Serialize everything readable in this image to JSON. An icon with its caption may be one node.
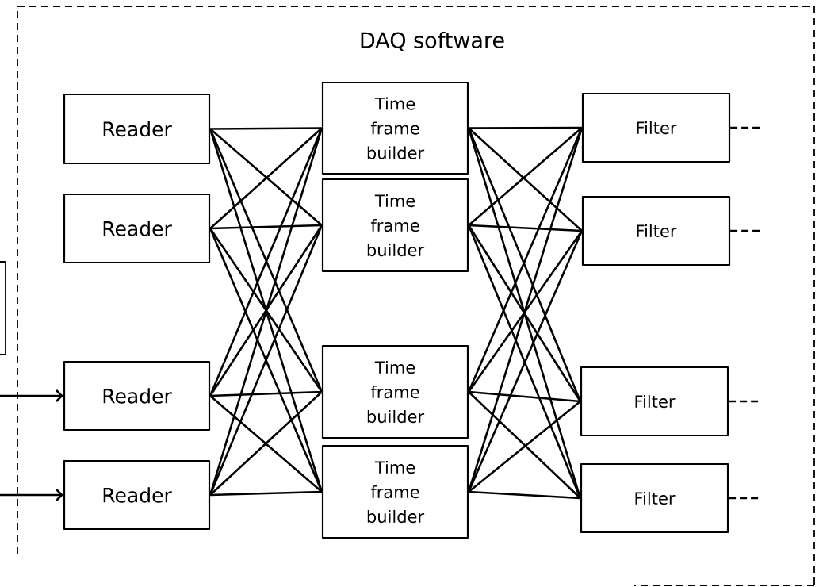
{
  "diagram": {
    "nodes": [
      {
        "text": [
          "DAQ software"
        ]
      },
      {
        "text": [],
        "shape": "box"
      },
      {
        "text": [
          "Reader"
        ],
        "in": 0
      },
      {
        "text": [
          "Reader"
        ],
        "in": 0
      },
      {
        "text": [
          "Reader"
        ],
        "in": 0
      },
      {
        "text": [
          "Reader"
        ],
        "in": 0
      },
      {
        "text": [
          "Time frame builder"
        ],
        "in": 0
      },
      {
        "text": [
          "Time frame builder"
        ],
        "in": 0
      },
      {
        "text": [
          "Time frame builder"
        ],
        "in": 0
      },
      {
        "text": [
          "Time frame builder"
        ],
        "in": 0
      },
      {
        "text": [
          "Filter"
        ],
        "in": 0
      },
      {
        "text": [
          "Filter"
        ],
        "in": 0
      },
      {
        "text": [
          "Filter"
        ],
        "in": 0
      },
      {
        "text": [
          "Filter"
        ],
        "in": 0
      }
    ],
    "edges": [
      {
        "from": null,
        "to": 4,
        "arrow": "to"
      },
      {
        "from": null,
        "to": 5,
        "arrow": "to"
      },
      {
        "from": 2,
        "to": 6,
        "arrow": "none"
      },
      {
        "from": 2,
        "to": 7,
        "arrow": "none"
      },
      {
        "from": 2,
        "to": 8,
        "arrow": "none"
      },
      {
        "from": 2,
        "to": 9,
        "arrow": "none"
      },
      {
        "from": 3,
        "to": 6,
        "arrow": "none"
      },
      {
        "from": 3,
        "to": 7,
        "arrow": "none"
      },
      {
        "from": 3,
        "to": 8,
        "arrow": "none"
      },
      {
        "from": 3,
        "to": 9,
        "arrow": "none"
      },
      {
        "from": 4,
        "to": 6,
        "arrow": "none"
      },
      {
        "from": 4,
        "to": 7,
        "arrow": "none"
      },
      {
        "from": 4,
        "to": 8,
        "arrow": "none"
      },
      {
        "from": 4,
        "to": 9,
        "arrow": "none"
      },
      {
        "from": 5,
        "to": 6,
        "arrow": "none"
      },
      {
        "from": 5,
        "to": 7,
        "arrow": "none"
      },
      {
        "from": 5,
        "to": 8,
        "arrow": "none"
      },
      {
        "from": 5,
        "to": 9,
        "arrow": "none"
      },
      {
        "from": 6,
        "to": 10,
        "arrow": "none"
      },
      {
        "from": 6,
        "to": 11,
        "arrow": "none"
      },
      {
        "from": 6,
        "to": 12,
        "arrow": "none"
      },
      {
        "from": 6,
        "to": 13,
        "arrow": "none"
      },
      {
        "from": 7,
        "to": 10,
        "arrow": "none"
      },
      {
        "from": 7,
        "to": 11,
        "arrow": "none"
      },
      {
        "from": 7,
        "to": 12,
        "arrow": "none"
      },
      {
        "from": 7,
        "to": 13,
        "arrow": "none"
      },
      {
        "from": 8,
        "to": 10,
        "arrow": "none"
      },
      {
        "from": 8,
        "to": 11,
        "arrow": "none"
      },
      {
        "from": 8,
        "to": 12,
        "arrow": "none"
      },
      {
        "from": 8,
        "to": 13,
        "arrow": "none"
      },
      {
        "from": 9,
        "to": 10,
        "arrow": "none"
      },
      {
        "from": 9,
        "to": 11,
        "arrow": "none"
      },
      {
        "from": 9,
        "to": 12,
        "arrow": "none"
      },
      {
        "from": 9,
        "to": 13,
        "arrow": "none"
      },
      {
        "from": 10,
        "to": null,
        "arrow": "none",
        "style": "dashed"
      },
      {
        "from": 11,
        "to": null,
        "arrow": "none",
        "style": "dashed"
      },
      {
        "from": 12,
        "to": null,
        "arrow": "none",
        "style": "dashed"
      },
      {
        "from": 13,
        "to": null,
        "arrow": "none",
        "style": "dashed"
      }
    ]
  }
}
